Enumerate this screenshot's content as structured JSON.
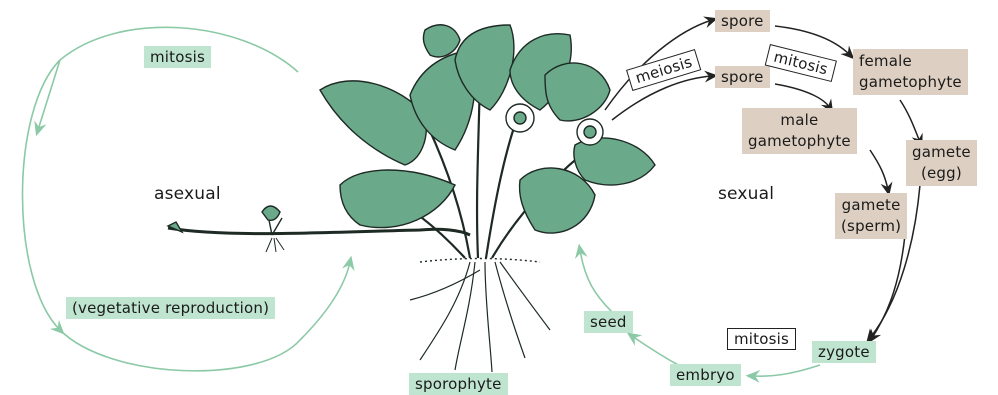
{
  "labels": {
    "mitosis_asexual": "mitosis",
    "asexual": "asexual",
    "vegetative": "(vegetative reproduction)",
    "sporophyte": "sporophyte",
    "meiosis": "meiosis",
    "spore_top": "spore",
    "spore_mid": "spore",
    "mitosis_gametophyte": "mitosis",
    "female_line1": "female",
    "female_line2": "gametophyte",
    "male_line1": "male",
    "male_line2": "gametophyte",
    "gamete_egg_line1": "gamete",
    "gamete_egg_line2": "(egg)",
    "gamete_sperm_line1": "gamete",
    "gamete_sperm_line2": "(sperm)",
    "sexual": "sexual",
    "mitosis_zygote": "mitosis",
    "zygote": "zygote",
    "embryo": "embryo",
    "seed": "seed"
  },
  "colors": {
    "green_label": "#bfe4cf",
    "tan_label": "#ddd0c2",
    "cycle_arrow": "#8cc9a6",
    "plant_fill": "#6aa98a",
    "outline": "#1e2a24"
  },
  "icons": [
    "strawberry-plant-illustration"
  ]
}
